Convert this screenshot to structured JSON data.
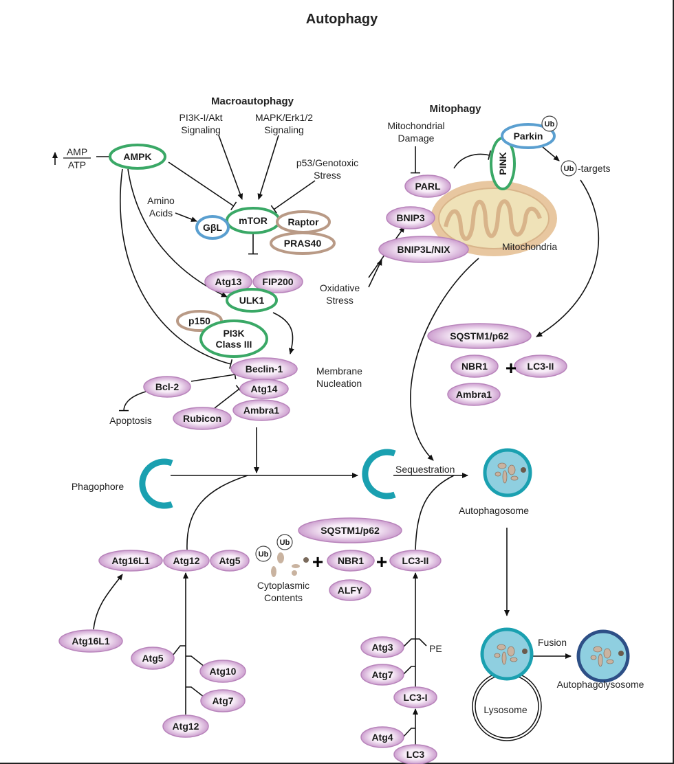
{
  "title": "Autophagy",
  "colors": {
    "purple": "#b884bb",
    "green": "#3aa866",
    "blue": "#5a9fd0",
    "tan": "#b99a86",
    "teal": "#1aa0b0",
    "mito": "#e8c7a0",
    "lysosome_border": "#2d4f86"
  },
  "labels": {
    "macroautophagy": "Macroautophagy",
    "pi3k_akt": [
      "PI3K-I/Akt",
      "Signaling"
    ],
    "mapk": [
      "MAPK/Erk1/2",
      "Signaling"
    ],
    "p53": [
      "p53/Genotoxic",
      "Stress"
    ],
    "amino": [
      "Amino",
      "Acids"
    ],
    "amp": "AMP",
    "atp": "ATP",
    "mitophagy": "Mitophagy",
    "mito_damage": [
      "Mitochondrial",
      "Damage"
    ],
    "targets": "-targets",
    "mitochondria": "Mitochondria",
    "oxidative": [
      "Oxidative",
      "Stress"
    ],
    "membrane": [
      "Membrane",
      "Nucleation"
    ],
    "apoptosis": "Apoptosis",
    "phagophore": "Phagophore",
    "sequestration": "Sequestration",
    "autophagosome": "Autophagosome",
    "cytoplasmic": [
      "Cytoplasmic",
      "Contents"
    ],
    "pe": "PE",
    "fusion": "Fusion",
    "autophagolysosome": "Autophagolysosome",
    "lysosome": "Lysosome",
    "ub": "Ub"
  },
  "nodes": [
    {
      "id": "ampk",
      "label": "AMPK",
      "style": "green"
    },
    {
      "id": "mtor",
      "label": "mTOR",
      "style": "green"
    },
    {
      "id": "gbl",
      "label": "GβL",
      "style": "blue"
    },
    {
      "id": "raptor",
      "label": "Raptor",
      "style": "tan"
    },
    {
      "id": "pras40",
      "label": "PRAS40",
      "style": "tan"
    },
    {
      "id": "atg13",
      "label": "Atg13",
      "style": "purple"
    },
    {
      "id": "fip200",
      "label": "FIP200",
      "style": "purple"
    },
    {
      "id": "ulk1",
      "label": "ULK1",
      "style": "green"
    },
    {
      "id": "p150",
      "label": "p150",
      "style": "tan"
    },
    {
      "id": "pi3k3",
      "label": "PI3K\nClass III",
      "style": "green"
    },
    {
      "id": "beclin",
      "label": "Beclin-1",
      "style": "purple"
    },
    {
      "id": "atg14",
      "label": "Atg14",
      "style": "purple"
    },
    {
      "id": "ambra1a",
      "label": "Ambra1",
      "style": "purple"
    },
    {
      "id": "bcl2",
      "label": "Bcl-2",
      "style": "purple"
    },
    {
      "id": "rubicon",
      "label": "Rubicon",
      "style": "purple"
    },
    {
      "id": "parl",
      "label": "PARL",
      "style": "purple"
    },
    {
      "id": "bnip3",
      "label": "BNIP3",
      "style": "purple"
    },
    {
      "id": "bnip3l",
      "label": "BNIP3L/NIX",
      "style": "purple"
    },
    {
      "id": "pink",
      "label": "PINK",
      "style": "green"
    },
    {
      "id": "parkin",
      "label": "Parkin",
      "style": "blue"
    },
    {
      "id": "sqstm_a",
      "label": "SQSTM1/p62",
      "style": "purple"
    },
    {
      "id": "nbr1_a",
      "label": "NBR1",
      "style": "purple"
    },
    {
      "id": "lc3ii_a",
      "label": "LC3-II",
      "style": "purple"
    },
    {
      "id": "ambra1b",
      "label": "Ambra1",
      "style": "purple"
    },
    {
      "id": "atg16l1a",
      "label": "Atg16L1",
      "style": "purple"
    },
    {
      "id": "atg12a",
      "label": "Atg12",
      "style": "purple"
    },
    {
      "id": "atg5a",
      "label": "Atg5",
      "style": "purple"
    },
    {
      "id": "sqstm_b",
      "label": "SQSTM1/p62",
      "style": "purple"
    },
    {
      "id": "nbr1_b",
      "label": "NBR1",
      "style": "purple"
    },
    {
      "id": "lc3ii_b",
      "label": "LC3-II",
      "style": "purple"
    },
    {
      "id": "alfy",
      "label": "ALFY",
      "style": "purple"
    },
    {
      "id": "atg16l1b",
      "label": "Atg16L1",
      "style": "purple"
    },
    {
      "id": "atg5b",
      "label": "Atg5",
      "style": "purple"
    },
    {
      "id": "atg10",
      "label": "Atg10",
      "style": "purple"
    },
    {
      "id": "atg7a",
      "label": "Atg7",
      "style": "purple"
    },
    {
      "id": "atg12b",
      "label": "Atg12",
      "style": "purple"
    },
    {
      "id": "atg3",
      "label": "Atg3",
      "style": "purple"
    },
    {
      "id": "atg7b",
      "label": "Atg7",
      "style": "purple"
    },
    {
      "id": "lc3i",
      "label": "LC3-I",
      "style": "purple"
    },
    {
      "id": "atg4",
      "label": "Atg4",
      "style": "purple"
    },
    {
      "id": "lc3",
      "label": "LC3",
      "style": "purple"
    }
  ]
}
